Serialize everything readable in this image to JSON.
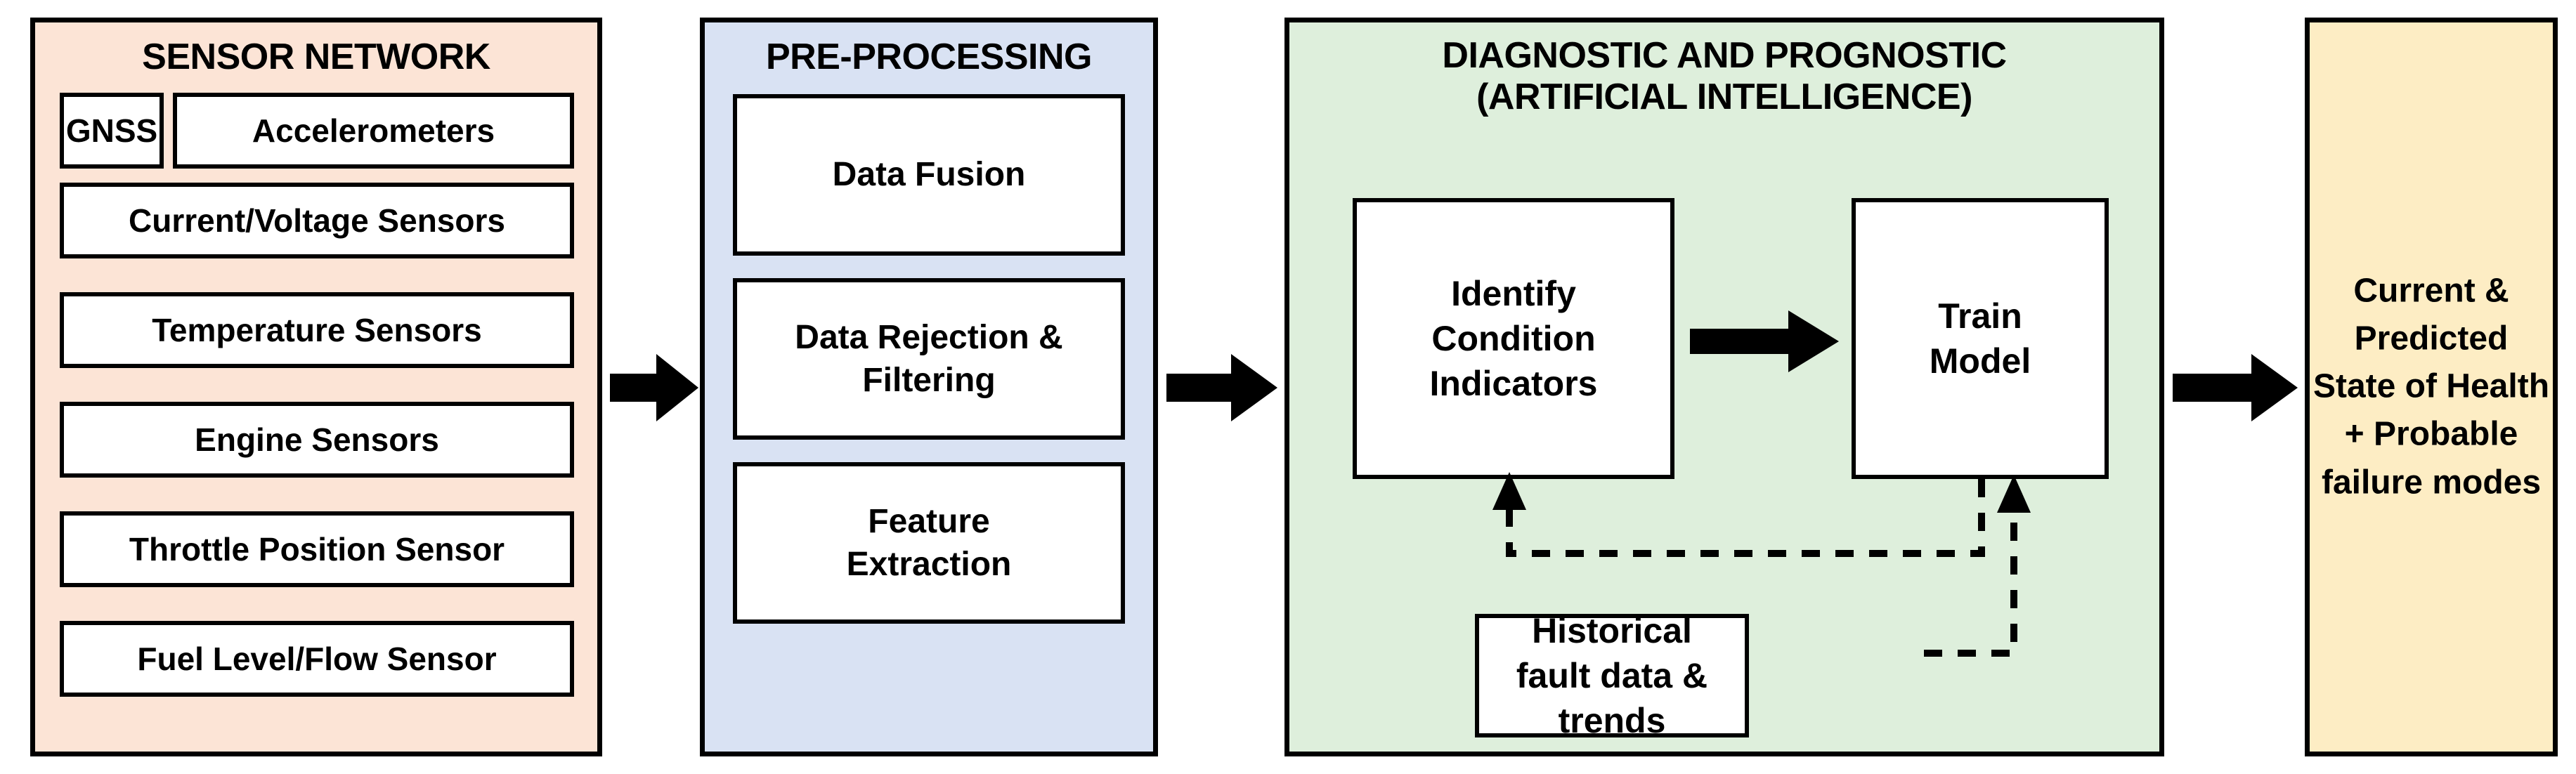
{
  "diagram": {
    "title": "Sensor-to-prognostics data flow",
    "colors": {
      "sensor_panel": "#FCE4D6",
      "preprocessing_panel": "#D9E2F3",
      "diagnostic_panel": "#DEEFDC",
      "output_panel": "#FDEDC4",
      "outline": "#000000",
      "box_fill": "#FFFFFF"
    }
  },
  "sensor_network": {
    "title": "SENSOR NETWORK",
    "items": [
      {
        "label": "GNSS"
      },
      {
        "label": "Accelerometers"
      },
      {
        "label": "Current/Voltage Sensors"
      },
      {
        "label": "Temperature Sensors"
      },
      {
        "label": "Engine Sensors"
      },
      {
        "label": "Throttle Position Sensor"
      },
      {
        "label": "Fuel Level/Flow Sensor"
      }
    ]
  },
  "preprocessing": {
    "title": "PRE-PROCESSING",
    "items": [
      {
        "label": "Data Fusion"
      },
      {
        "label": "Data Rejection & Filtering"
      },
      {
        "label": "Feature Extraction"
      }
    ]
  },
  "diagnostic": {
    "title_line1": "DIAGNOSTIC AND PROGNOSTIC",
    "title_line2": "(ARTIFICIAL INTELLIGENCE)",
    "identify_box": "Identify Condition Indicators",
    "train_box": "Train Model",
    "historical_box": "Historical fault data & trends"
  },
  "output": {
    "text": "Current & Predicted State of Health + Probable failure modes"
  },
  "connectors": {
    "sensor_to_pre": "arrow-right-icon",
    "pre_to_diag": "arrow-right-icon",
    "identify_to_train": "arrow-right-icon",
    "diag_to_out": "arrow-right-icon",
    "train_feedback_to_identify": "dashed-feedback-arrow-icon",
    "historical_to_train": "dashed-feedback-arrow-icon"
  }
}
